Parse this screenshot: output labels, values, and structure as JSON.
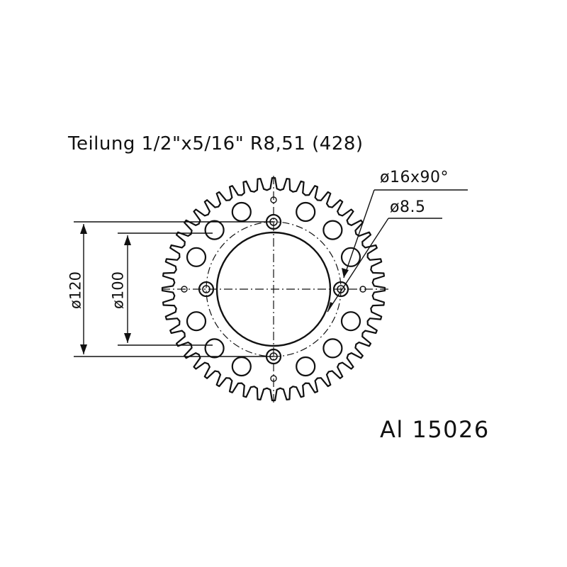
{
  "drawing": {
    "heading": "Teilung 1/2\"x5/16\" R8,51 (428)",
    "bolt_holes": "ø16x90°",
    "bolt_diameter": "ø8.5",
    "pcd_outer": "ø120",
    "pcd_inner": "ø100",
    "part_number": "Al 15026",
    "teeth": 48
  }
}
